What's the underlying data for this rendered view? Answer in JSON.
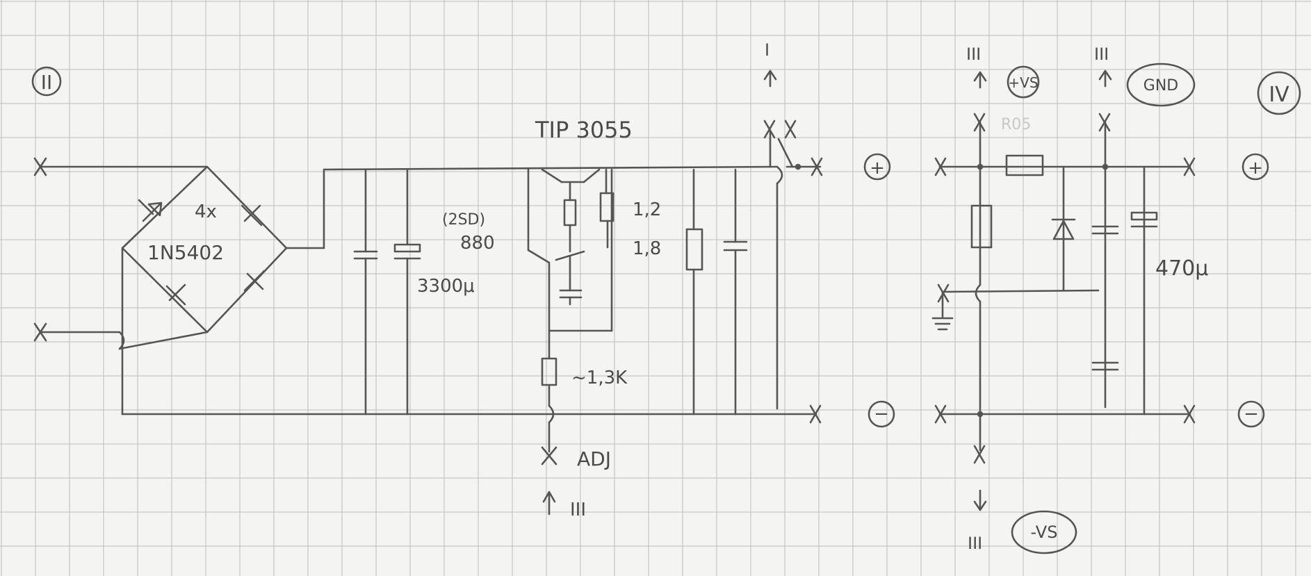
{
  "colors": {
    "paper": "#f4f4f2",
    "grid": "#bcbcbc",
    "pencil": "#555555"
  },
  "sections": {
    "left": "II",
    "right": "IV"
  },
  "bridge": {
    "count": "4x",
    "part": "1N5402"
  },
  "filter_cap": "3300μ",
  "transistor": "TIP 3055",
  "driver": {
    "code": "(2SD)",
    "number": "880"
  },
  "resistors": {
    "upper": "1,2",
    "lower": "1,8"
  },
  "pot": "~1,3K",
  "adj": "ADJ",
  "refs": {
    "top_out": "I",
    "adj_in": "III",
    "vs_plus": "III",
    "gnd": "III",
    "vs_minus": "III"
  },
  "badges": {
    "vs_plus": "+VS",
    "gnd": "GND",
    "vs_minus": "-VS"
  },
  "rsense": "R05",
  "out_cap": "470μ",
  "terminals": {
    "plus": "+",
    "minus": "−"
  }
}
